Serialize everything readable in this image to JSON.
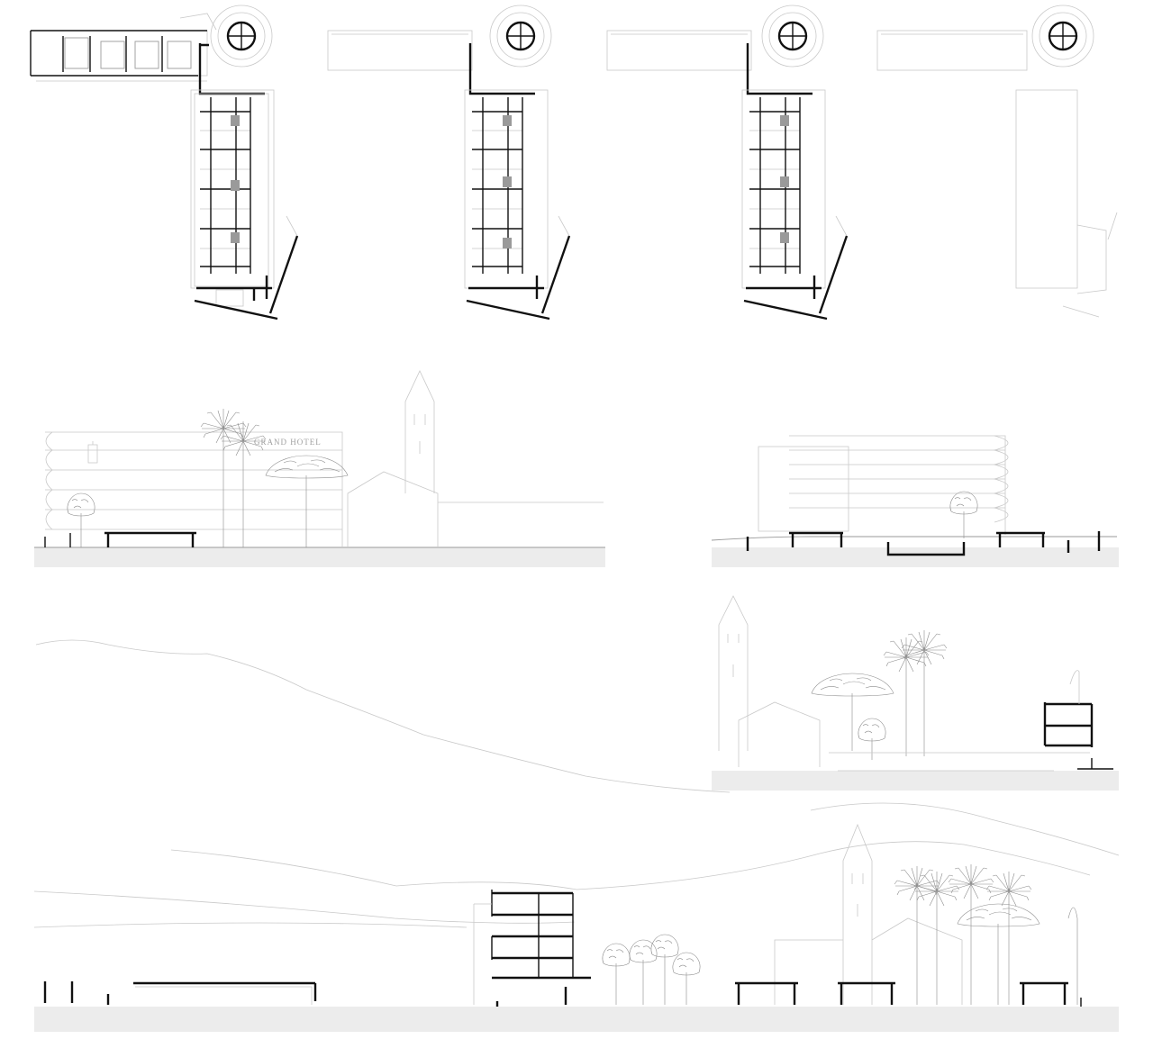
{
  "sheet": {
    "facade_sign": "GRAND HOTEL"
  },
  "colors": {
    "background": "#ffffff",
    "ground": "#ececec",
    "line_light": "#c9c9c9",
    "line_dark": "#111111",
    "fill_grey": "#9a9a9a"
  },
  "panels": [
    {
      "name": "floor-plan-1"
    },
    {
      "name": "floor-plan-2"
    },
    {
      "name": "floor-plan-3"
    },
    {
      "name": "roof-plan"
    },
    {
      "name": "elevation-street"
    },
    {
      "name": "elevation-courtyard"
    },
    {
      "name": "section-short"
    },
    {
      "name": "section-long"
    }
  ]
}
